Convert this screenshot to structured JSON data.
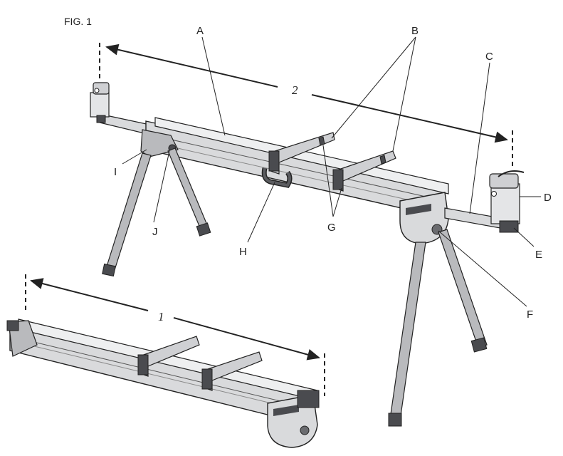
{
  "figure": {
    "title": "FIG. 1",
    "callouts": [
      "A",
      "B",
      "C",
      "D",
      "E",
      "F",
      "G",
      "H",
      "I",
      "J"
    ],
    "dimensions": {
      "extended": "2",
      "folded": "1"
    },
    "colors": {
      "metal_light": "#d9dadc",
      "metal_mid": "#b9babd",
      "metal_dark": "#7e8085",
      "plastic": "#4a4b4f",
      "line": "#222222"
    }
  }
}
